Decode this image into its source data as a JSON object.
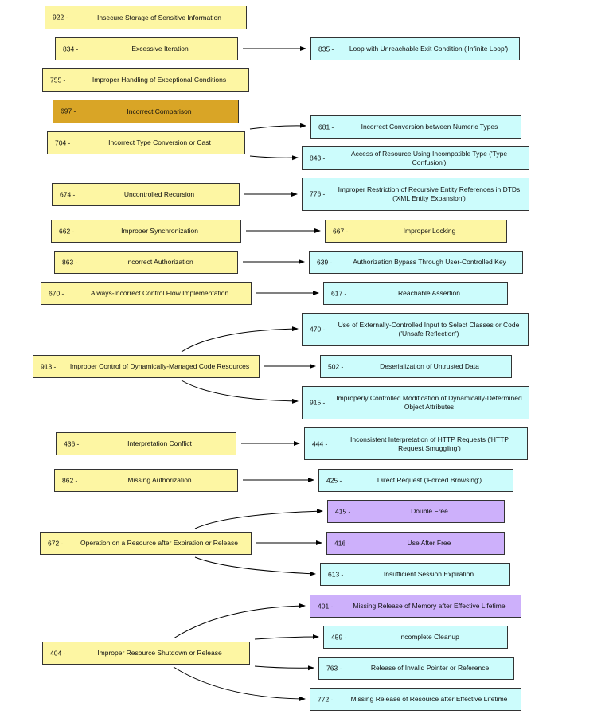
{
  "colors": {
    "yellow": "#fdf6a3",
    "orange": "#d9a526",
    "cyan": "#ccfcfc",
    "purple": "#cdb0fb",
    "border": "#333333"
  },
  "nodes": [
    {
      "id": "922 -",
      "label": "Insecure Storage of Sensitive Information",
      "color": "yellow"
    },
    {
      "id": "834 -",
      "label": "Excessive Iteration",
      "color": "yellow"
    },
    {
      "id": "835 -",
      "label": "Loop with Unreachable Exit Condition ('Infinite Loop')",
      "color": "cyan"
    },
    {
      "id": "755 -",
      "label": "Improper Handling of Exceptional Conditions",
      "color": "yellow"
    },
    {
      "id": "697 -",
      "label": "Incorrect Comparison",
      "color": "orange"
    },
    {
      "id": "681 -",
      "label": "Incorrect Conversion between Numeric Types",
      "color": "cyan"
    },
    {
      "id": "704 -",
      "label": "Incorrect Type Conversion or Cast",
      "color": "yellow"
    },
    {
      "id": "843 -",
      "label": "Access of Resource Using Incompatible Type ('Type Confusion')",
      "color": "cyan"
    },
    {
      "id": "674 -",
      "label": "Uncontrolled Recursion",
      "color": "yellow"
    },
    {
      "id": "776 -",
      "label": "Improper Restriction of Recursive Entity References in DTDs ('XML Entity Expansion')",
      "color": "cyan"
    },
    {
      "id": "662 -",
      "label": "Improper Synchronization",
      "color": "yellow"
    },
    {
      "id": "667 -",
      "label": "Improper Locking",
      "color": "yellow"
    },
    {
      "id": "863 -",
      "label": "Incorrect Authorization",
      "color": "yellow"
    },
    {
      "id": "639 -",
      "label": "Authorization Bypass Through User-Controlled Key",
      "color": "cyan"
    },
    {
      "id": "670 -",
      "label": "Always-Incorrect Control Flow Implementation",
      "color": "yellow"
    },
    {
      "id": "617 -",
      "label": "Reachable Assertion",
      "color": "cyan"
    },
    {
      "id": "470 -",
      "label": "Use of Externally-Controlled Input to Select Classes or Code ('Unsafe Reflection')",
      "color": "cyan"
    },
    {
      "id": "913 -",
      "label": "Improper Control of Dynamically-Managed Code Resources",
      "color": "yellow"
    },
    {
      "id": "502 -",
      "label": "Deserialization of Untrusted Data",
      "color": "cyan"
    },
    {
      "id": "915 -",
      "label": "Improperly Controlled Modification of Dynamically-Determined Object Attributes",
      "color": "cyan"
    },
    {
      "id": "436 -",
      "label": "Interpretation Conflict",
      "color": "yellow"
    },
    {
      "id": "444 -",
      "label": "Inconsistent Interpretation of HTTP Requests ('HTTP Request Smuggling')",
      "color": "cyan"
    },
    {
      "id": "862 -",
      "label": "Missing Authorization",
      "color": "yellow"
    },
    {
      "id": "425 -",
      "label": "Direct Request ('Forced Browsing')",
      "color": "cyan"
    },
    {
      "id": "415 -",
      "label": "Double Free",
      "color": "purple"
    },
    {
      "id": "672 -",
      "label": "Operation on a Resource after Expiration or Release",
      "color": "yellow"
    },
    {
      "id": "416 -",
      "label": "Use After Free",
      "color": "purple"
    },
    {
      "id": "613 -",
      "label": "Insufficient Session Expiration",
      "color": "cyan"
    },
    {
      "id": "401 -",
      "label": "Missing Release of Memory after Effective Lifetime",
      "color": "purple"
    },
    {
      "id": "459 -",
      "label": "Incomplete Cleanup",
      "color": "cyan"
    },
    {
      "id": "404 -",
      "label": "Improper Resource Shutdown or Release",
      "color": "yellow"
    },
    {
      "id": "763 -",
      "label": "Release of Invalid Pointer or Reference",
      "color": "cyan"
    },
    {
      "id": "772 -",
      "label": "Missing Release of Resource after Effective Lifetime",
      "color": "cyan"
    }
  ],
  "edges": [
    {
      "from": "834",
      "to": "835"
    },
    {
      "from": "704",
      "to": "681"
    },
    {
      "from": "704",
      "to": "843"
    },
    {
      "from": "674",
      "to": "776"
    },
    {
      "from": "662",
      "to": "667"
    },
    {
      "from": "863",
      "to": "639"
    },
    {
      "from": "670",
      "to": "617"
    },
    {
      "from": "913",
      "to": "470"
    },
    {
      "from": "913",
      "to": "502"
    },
    {
      "from": "913",
      "to": "915"
    },
    {
      "from": "436",
      "to": "444"
    },
    {
      "from": "862",
      "to": "425"
    },
    {
      "from": "672",
      "to": "415"
    },
    {
      "from": "672",
      "to": "416"
    },
    {
      "from": "672",
      "to": "613"
    },
    {
      "from": "404",
      "to": "401"
    },
    {
      "from": "404",
      "to": "459"
    },
    {
      "from": "404",
      "to": "763"
    },
    {
      "from": "404",
      "to": "772"
    }
  ]
}
